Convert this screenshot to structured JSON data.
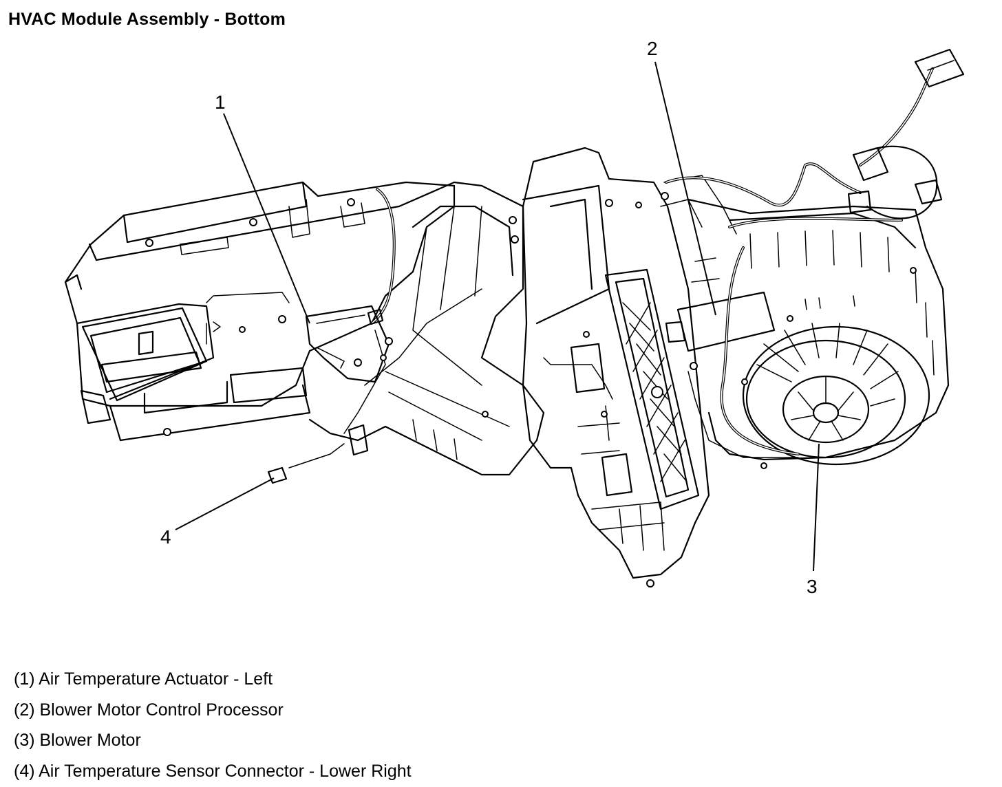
{
  "title": "HVAC Module Assembly - Bottom",
  "callouts": [
    {
      "number": "1",
      "name": "air-temperature-actuator-left"
    },
    {
      "number": "2",
      "name": "blower-motor-control-processor"
    },
    {
      "number": "3",
      "name": "blower-motor"
    },
    {
      "number": "4",
      "name": "air-temperature-sensor-connector-lower-right"
    }
  ],
  "legend": [
    "(1) Air Temperature Actuator - Left",
    "(2) Blower Motor Control Processor",
    "(3) Blower Motor",
    "(4) Air Temperature Sensor Connector - Lower Right"
  ]
}
